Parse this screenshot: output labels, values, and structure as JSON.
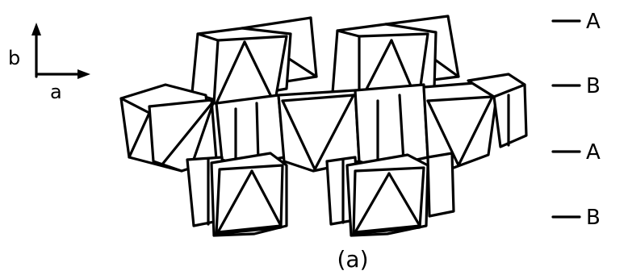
{
  "axes": {
    "b_label": "b",
    "a_label": "a"
  },
  "layers": [
    {
      "label": "A"
    },
    {
      "label": "B"
    },
    {
      "label": "A"
    },
    {
      "label": "B"
    }
  ],
  "caption": "(a)"
}
